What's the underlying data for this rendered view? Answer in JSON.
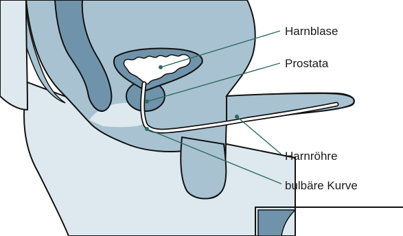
{
  "labels": {
    "bladder": "Harnblase",
    "prostate": "Prostata",
    "urethra": "Harnröhre",
    "bulbar_curve": "bulbäre Kurve"
  },
  "colors": {
    "tissue_light": "#dde8ef",
    "tissue_mid": "#a8c2d1",
    "tissue_dark": "#6f93aa",
    "outline": "#111111",
    "leader_line": "#2e6b5e",
    "background": "#ffffff"
  }
}
